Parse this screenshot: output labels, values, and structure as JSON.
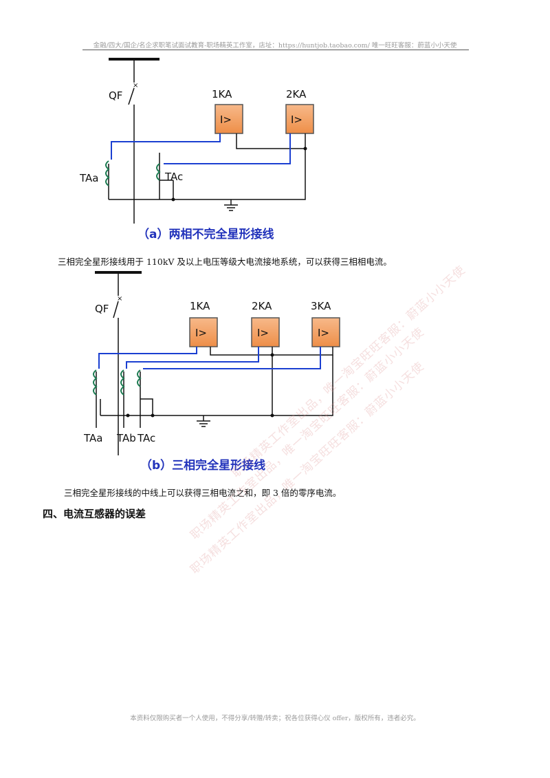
{
  "header": {
    "text": "金融/四大/国企/名企求职笔试面试教育-职场精英工作室，店址：https://huntjob.taobao.com/  唯一旺旺客服：蔚蓝小小天使"
  },
  "figure_a": {
    "qf_label": "QF",
    "relay1": "1KA",
    "relay2": "2KA",
    "relay_symbol": "I>",
    "ct_a": "TAa",
    "ct_c": "TAc",
    "caption": "（a）两相不完全星形接线"
  },
  "para1": "三相完全星形接线用于 110kV 及以上电压等级大电流接地系统，可以获得三相相电流。",
  "figure_b": {
    "qf_label": "QF",
    "relay1": "1KA",
    "relay2": "2KA",
    "relay3": "3KA",
    "relay_symbol": "I>",
    "ct_a": "TAa",
    "ct_b": "TAb",
    "ct_c": "TAc",
    "caption": "（b）三相完全星形接线"
  },
  "para2": "三相完全星形接线的中线上可以获得三相电流之和，即 3 倍的零序电流。",
  "heading": "四、电流互感器的误差",
  "footer": "本资料仅限购买者一个人使用，不得分享/转赠/转卖；祝各位获得心仪 offer，版权所有，违者必究。",
  "watermark": {
    "line1": "职场精英工作室出品，唯一淘宝旺旺客服：蔚蓝小小天使",
    "line2": "职场精英工作室出品，唯一淘宝旺旺客服：蔚蓝小小天使",
    "line3": "职场精英工作室出品，唯一淘宝旺旺客服：蔚蓝小小天使"
  },
  "colors": {
    "wire_blue": "#1a3fd1",
    "wire_black": "#111111",
    "relay_fill": "#f4a56a",
    "caption_blue": "#2233bb"
  }
}
